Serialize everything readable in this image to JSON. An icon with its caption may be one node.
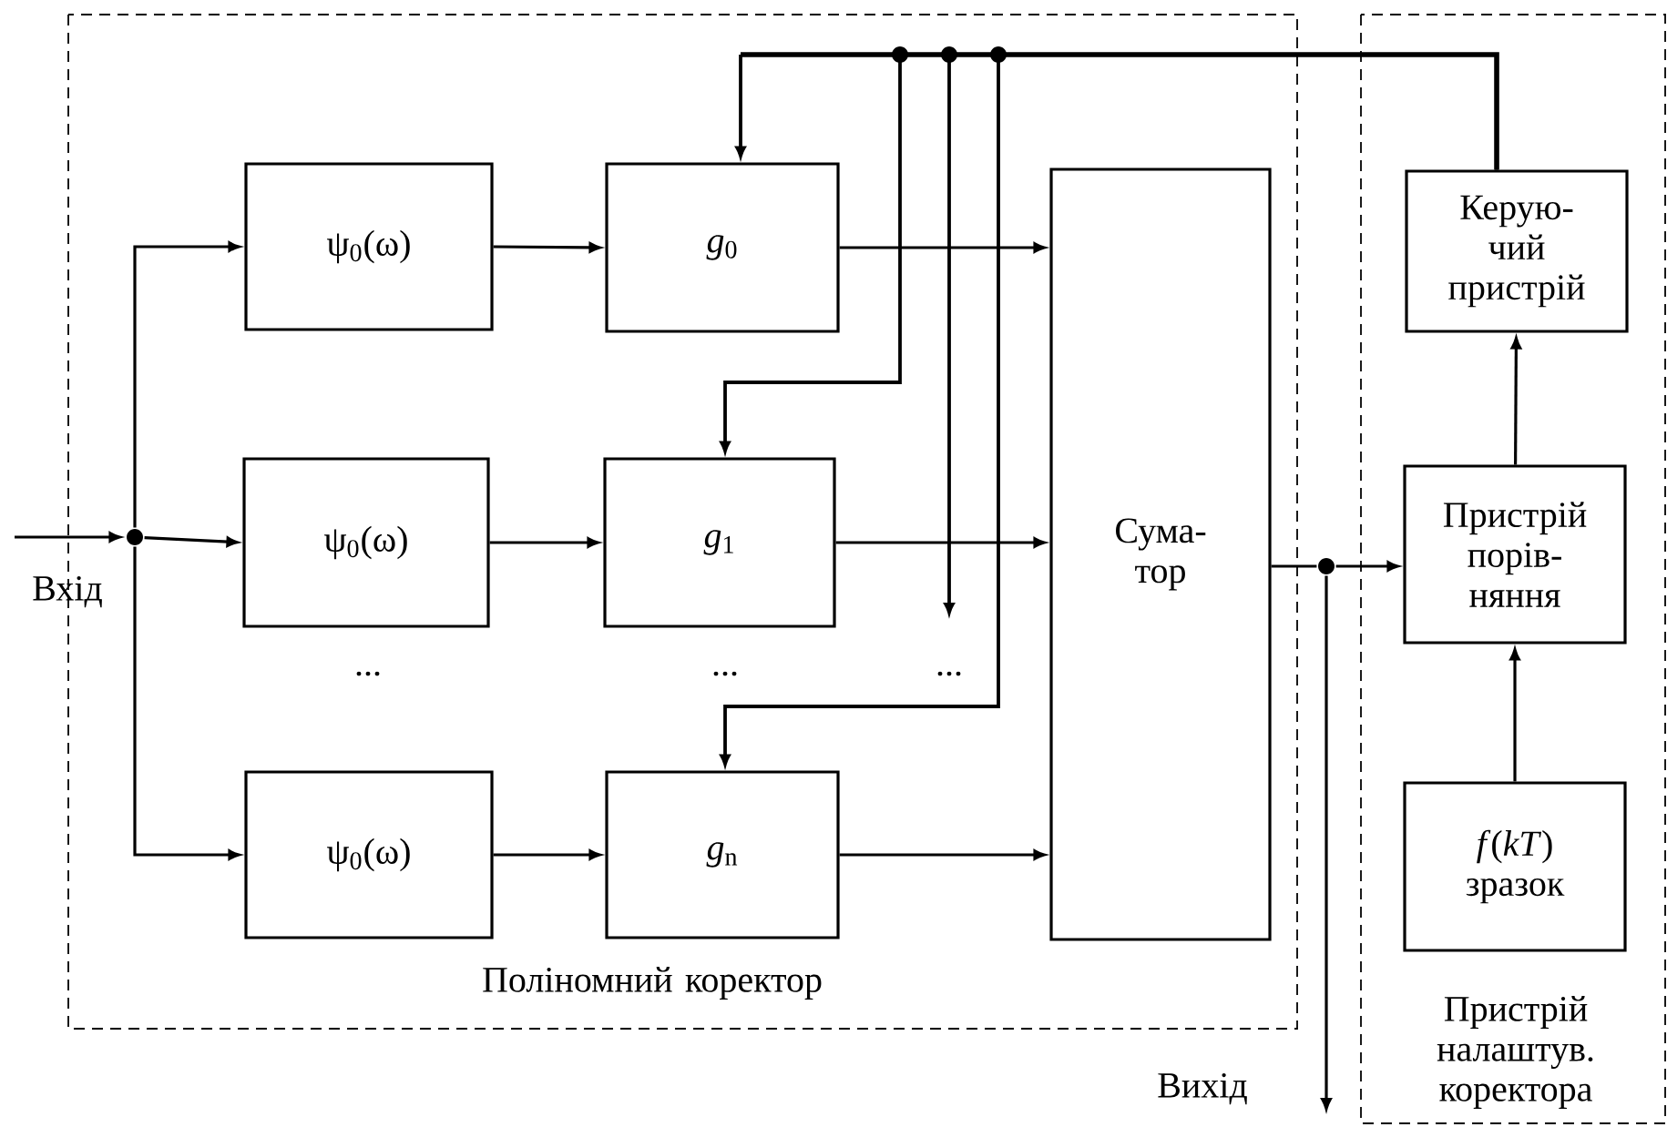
{
  "diagram": {
    "nodes": [
      {
        "text": [
          "Поліномний коректор"
        ]
      },
      {
        "text": [
          "Пристрій налаштув. коректора"
        ]
      },
      {
        "text": [
          "ψ$_{0}$(ω)"
        ],
        "in": 0
      },
      {
        "text": [
          "*g*$_{0}$"
        ],
        "in": 0
      },
      {
        "text": [
          "ψ$_{0}$(ω)"
        ],
        "in": 0
      },
      {
        "text": [
          "*g*$_{1}$"
        ],
        "in": 0
      },
      {
        "text": [
          "ψ$_{0}$(ω)"
        ],
        "in": 0
      },
      {
        "text": [
          "*g*$_{n}$"
        ],
        "in": 0
      },
      {
        "text": [
          "Сума- тор"
        ],
        "in": 0
      },
      {
        "text": [
          "Керую- чий пристрій"
        ],
        "in": 1
      },
      {
        "text": [
          "Пристрій порів- няння"
        ],
        "in": 1
      },
      {
        "text": [
          "*f*(*kT*)",
          "зразок"
        ],
        "in": 1
      },
      {
        "text": [],
        "shape": "circle",
        "in": 0
      },
      {
        "text": [],
        "shape": "circle"
      }
    ],
    "edges": [
      {
        "from": null,
        "to": 12,
        "arrow": "to"
      },
      {
        "from": 12,
        "to": 2,
        "arrow": "to"
      },
      {
        "from": 12,
        "to": 4,
        "arrow": "to"
      },
      {
        "from": 12,
        "to": 6,
        "arrow": "to"
      },
      {
        "from": 2,
        "to": 3,
        "arrow": "to"
      },
      {
        "from": 4,
        "to": 5,
        "arrow": "to"
      },
      {
        "from": 6,
        "to": 7,
        "arrow": "to"
      },
      {
        "from": 3,
        "to": 8,
        "arrow": "to"
      },
      {
        "from": 5,
        "to": 8,
        "arrow": "to"
      },
      {
        "from": 7,
        "to": 8,
        "arrow": "to"
      },
      {
        "from": 8,
        "to": 13,
        "arrow": "none"
      },
      {
        "from": 13,
        "to": 10,
        "arrow": "to"
      },
      {
        "from": 13,
        "to": null,
        "arrow": "to"
      },
      {
        "from": 11,
        "to": 10,
        "arrow": "to"
      },
      {
        "from": 10,
        "to": 9,
        "arrow": "to"
      },
      {
        "from": 9,
        "to": 3,
        "arrow": "to"
      },
      {
        "from": 9,
        "to": 5,
        "arrow": "to"
      },
      {
        "from": 9,
        "to": 7,
        "arrow": "to"
      },
      {
        "from": 9,
        "to": null,
        "arrow": "to"
      }
    ],
    "labels": [
      "Вхід",
      "...",
      "...",
      "...",
      "Вихід"
    ]
  }
}
